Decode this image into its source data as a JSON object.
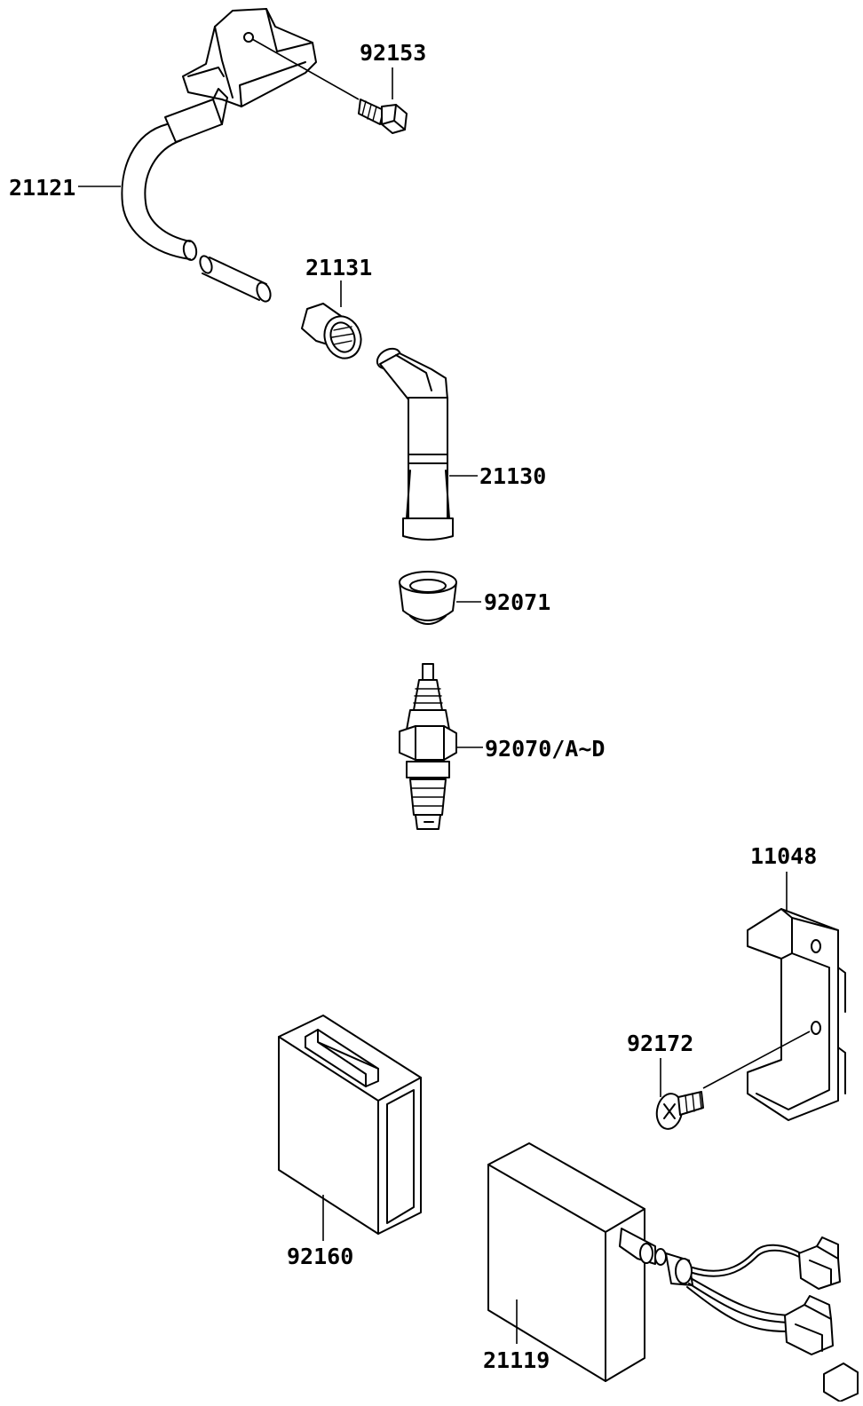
{
  "parts": {
    "p92153": "92153",
    "p21121": "21121",
    "p21131": "21131",
    "p21130": "21130",
    "p92071": "92071",
    "p92070": "92070/A~D",
    "p11048": "11048",
    "p92172": "92172",
    "p92160": "92160",
    "p21119": "21119"
  }
}
